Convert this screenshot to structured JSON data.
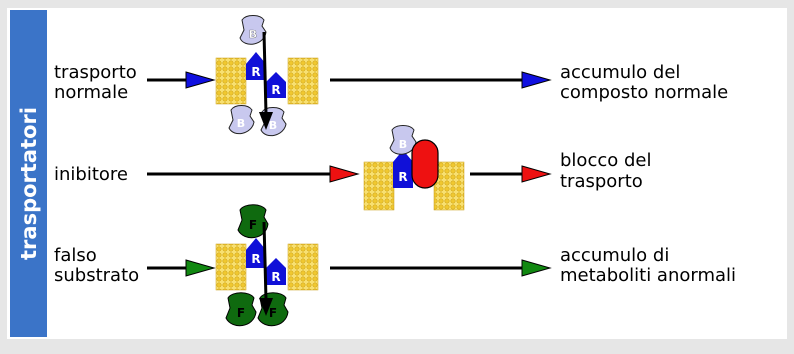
{
  "sidebar": {
    "title": "trasportatori",
    "color": "#3b74c8"
  },
  "rows": [
    {
      "label_lines": [
        "trasporto",
        "normale"
      ],
      "result_lines": [
        "accumulo del",
        "composto normale"
      ],
      "arrow_color": "#1010e0"
    },
    {
      "label_lines": [
        "inibitore"
      ],
      "result_lines": [
        "blocco del",
        "trasporto"
      ],
      "arrow_color": "#ee1111"
    },
    {
      "label_lines": [
        "falso",
        "substrato"
      ],
      "result_lines": [
        "accumulo di",
        "metaboliti anormali"
      ],
      "arrow_color": "#118811"
    }
  ],
  "markers": {
    "receptor": "R",
    "normal_substrate": "B",
    "false_substrate": "F"
  },
  "colors": {
    "membrane": "#f5d040",
    "receptor": "#1010d8",
    "substrate_normal": "#c8c8ee",
    "substrate_false": "#0f6a0f",
    "false_text": "#ffee00",
    "inhibitor": "#ee1111"
  }
}
